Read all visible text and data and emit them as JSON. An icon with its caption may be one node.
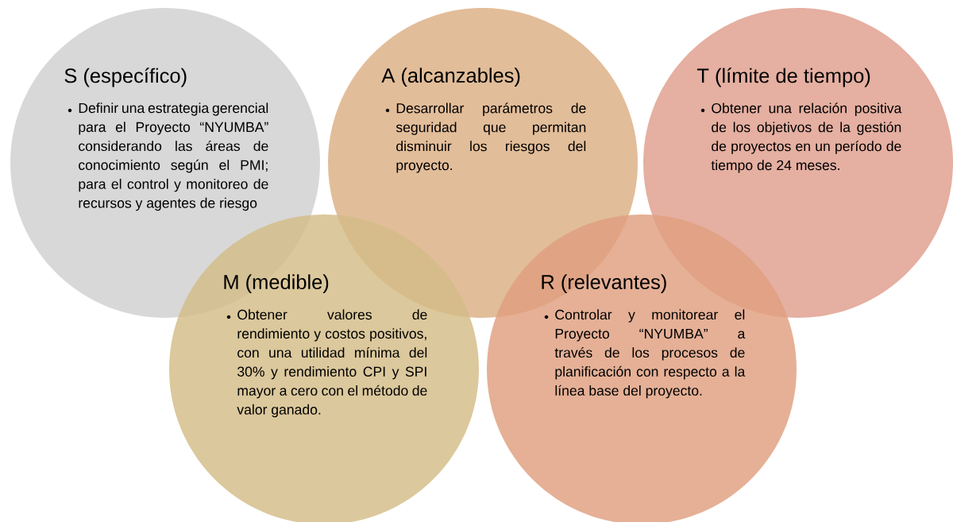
{
  "diagram": {
    "nodes": [
      {
        "text": [
          "S (específico)",
          "Definir una estrategia gerencial para el Proyecto “NYUMBA” considerando las áreas de conocimiento según el PMI; para el control y monitoreo de recursos y agentes de riesgo"
        ]
      },
      {
        "text": [
          "A (alcanzables)",
          "Desarrollar parámetros de seguridad que permitan disminuir los riesgos del proyecto."
        ]
      },
      {
        "text": [
          "T (límite de tiempo)",
          "Obtener una relación positiva de los objetivos de la gestión de proyectos en un período de tiempo de 24 meses."
        ]
      },
      {
        "text": [
          "M (medible)",
          "Obtener valores de rendimiento y costos positivos, con una utilidad mínima del 30% y rendimiento CPI y SPI mayor a cero con el método de valor ganado."
        ]
      },
      {
        "text": [
          "R (relevantes)",
          "Controlar y monitorear el Proyecto “NYUMBA” a través de los procesos de planificación con respecto a la línea base del proyecto."
        ]
      }
    ]
  }
}
